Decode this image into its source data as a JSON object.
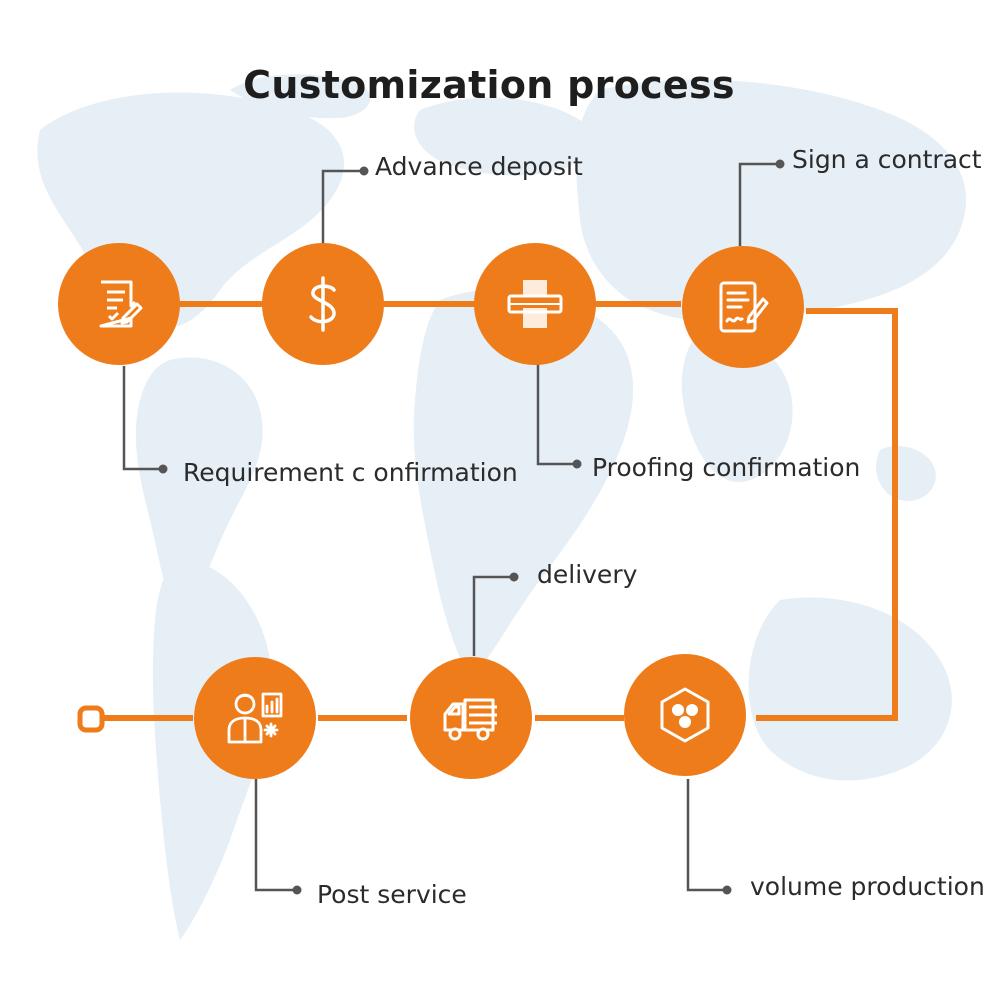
{
  "title": "Customization process",
  "colors": {
    "accent": "#ef7c1a",
    "connector": "#555555",
    "map": "#e6eef6",
    "text": "#2b2b2b"
  },
  "steps": [
    {
      "label": "Requirement  c onfirmation",
      "icon": "document-checklist-icon"
    },
    {
      "label": "Advance deposit",
      "icon": "dollar-icon"
    },
    {
      "label": "Proofing confirmation",
      "icon": "printer-icon"
    },
    {
      "label": "Sign a contract",
      "icon": "contract-sign-icon"
    },
    {
      "label": "volume production",
      "icon": "hexagon-production-icon"
    },
    {
      "label": "delivery",
      "icon": "delivery-truck-icon"
    },
    {
      "label": "Post service",
      "icon": "service-staff-icon"
    }
  ],
  "edges": [
    {
      "from": 0,
      "to": 1
    },
    {
      "from": 1,
      "to": 2
    },
    {
      "from": 2,
      "to": 3
    },
    {
      "from": 3,
      "to": 4
    },
    {
      "from": 4,
      "to": 5
    },
    {
      "from": 5,
      "to": 6
    }
  ]
}
